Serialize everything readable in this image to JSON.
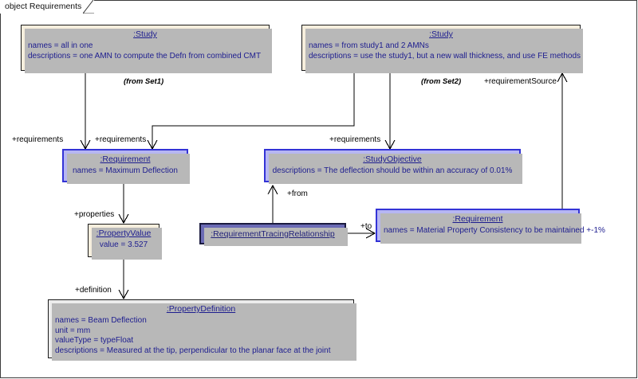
{
  "diagram": {
    "tab_label": "object Requirements",
    "colors": {
      "instance_tan": "#f6eedd",
      "instance_blue": "#b6b6f2",
      "instance_dark_blue": "#6b6bb5",
      "instance_grey": "#ececec",
      "text_blue": "#1d1d8f",
      "border_blue": "#3333d6",
      "border_black": "#1b1b1b",
      "shadow": "#b8b8b8"
    }
  },
  "nodes": [
    {
      "id": "study1",
      "title": ":Study",
      "attrs": [
        "names = all in one",
        "descriptions = one AMN to compute the Defn from combined CMT"
      ]
    },
    {
      "id": "study2",
      "title": ":Study",
      "attrs": [
        "names = from study1 and 2 AMNs",
        "descriptions = use the study1, but a new wall thickness, and use FE methods"
      ]
    },
    {
      "id": "requirement-max-deflection",
      "title": ":Requirement",
      "attrs": [
        "names = Maximum Deflection"
      ]
    },
    {
      "id": "study-objective",
      "title": ":StudyObjective",
      "attrs": [
        "descriptions = The deflection should be within an accuracy of 0.01%"
      ]
    },
    {
      "id": "property-value",
      "title": ":PropertyValue",
      "attrs": [
        "value = 3.527"
      ]
    },
    {
      "id": "requirement-tracing-relationship",
      "title": ":RequirementTracingRelationship",
      "attrs": []
    },
    {
      "id": "requirement-material-property",
      "title": ":Requirement",
      "attrs": [
        "names = Material Property Consistency to be maintained +-1%"
      ]
    },
    {
      "id": "property-definition",
      "title": ":PropertyDefinition",
      "attrs": [
        "names = Beam Deflection",
        "unit = mm",
        "valueType = typeFloat",
        "descriptions = Measured at the tip, perpendicular to the planar face at the joint"
      ]
    }
  ],
  "edge_labels": {
    "from_set1": "(from Set1)",
    "from_set2": "(from Set2)",
    "requirements_1": "+requirements",
    "requirements_2": "+requirements",
    "requirements_3": "+requirements",
    "requirement_source": "+requirementSource",
    "properties": "+properties",
    "definition": "+definition",
    "from": "+from",
    "to": "+to"
  }
}
